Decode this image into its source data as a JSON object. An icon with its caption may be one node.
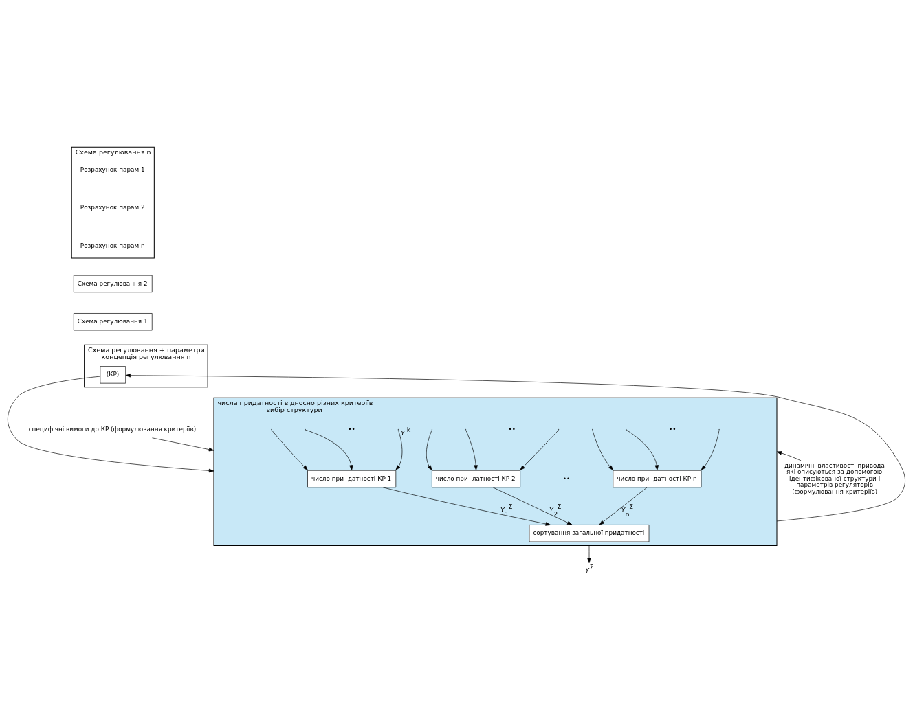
{
  "diagram": {
    "nodes": [
      {
        "text": [
          "Схема регулювання n"
        ]
      },
      {
        "text": [
          "Розрахунок парам 1"
        ],
        "in": 0
      },
      {
        "text": [
          "Розрахунок парам 2"
        ],
        "in": 0
      },
      {
        "text": [
          "Розрахунок парам n"
        ],
        "in": 0
      },
      {
        "text": [
          "Схема регулювання 2"
        ]
      },
      {
        "text": [
          "Схема регулювання 1"
        ]
      },
      {
        "text": [
          "Схема регулювання + параметри",
          "концепція регулювання n"
        ]
      },
      {
        "text": [
          "(КР)"
        ],
        "in": 6
      },
      {
        "text": [
          "специфічні вимоги до КР (формулювання критеріїв)"
        ]
      },
      {
        "text": [
          "числа придатності відносно різних критеріїв",
          "вибір структури"
        ]
      },
      {
        "text": [
          "число при- датності КР 1"
        ],
        "in": 9
      },
      {
        "text": [
          "число при- латності КР 2"
        ],
        "in": 9
      },
      {
        "text": [
          "число при- датності КР n"
        ],
        "in": 9
      },
      {
        "text": [
          "сортування загальної придатності"
        ],
        "in": 9
      },
      {
        "text": [
          "динамічні властивості привода які описуються за допомогою ідентифікованої структури і параметрів регуляторів (формулювання критеріїв)"
        ]
      },
      {
        "text": [
          "*Y*$^{Σ}$"
        ]
      }
    ],
    "edges": [
      {
        "from": 7,
        "to": 9,
        "arrow": "to"
      },
      {
        "from": 9,
        "to": 7,
        "arrow": "to"
      },
      {
        "from": 8,
        "to": 9,
        "arrow": "to"
      },
      {
        "from": 14,
        "to": 9,
        "arrow": "to"
      },
      {
        "from": null,
        "to": 10,
        "arrow": "to"
      },
      {
        "from": null,
        "to": 10,
        "arrow": "to"
      },
      {
        "from": null,
        "to": 10,
        "arrow": "to",
        "label": "*Y*$_{i}$$^{k}$"
      },
      {
        "from": null,
        "to": 11,
        "arrow": "to"
      },
      {
        "from": null,
        "to": 11,
        "arrow": "to"
      },
      {
        "from": null,
        "to": 11,
        "arrow": "to"
      },
      {
        "from": null,
        "to": 12,
        "arrow": "to"
      },
      {
        "from": null,
        "to": 12,
        "arrow": "to"
      },
      {
        "from": null,
        "to": 12,
        "arrow": "to"
      },
      {
        "from": 10,
        "to": 13,
        "arrow": "to",
        "label": "*Y*$_{1}$$^{Σ}$"
      },
      {
        "from": 11,
        "to": 13,
        "arrow": "to",
        "label": "*Y*$_{2}$$^{Σ}$"
      },
      {
        "from": 12,
        "to": 13,
        "arrow": "to",
        "label": "*Y*$_{n}$$^{Σ}$"
      },
      {
        "from": 9,
        "to": 15,
        "arrow": "to"
      }
    ],
    "labels": [
      "••",
      "••",
      "••",
      "••"
    ]
  }
}
